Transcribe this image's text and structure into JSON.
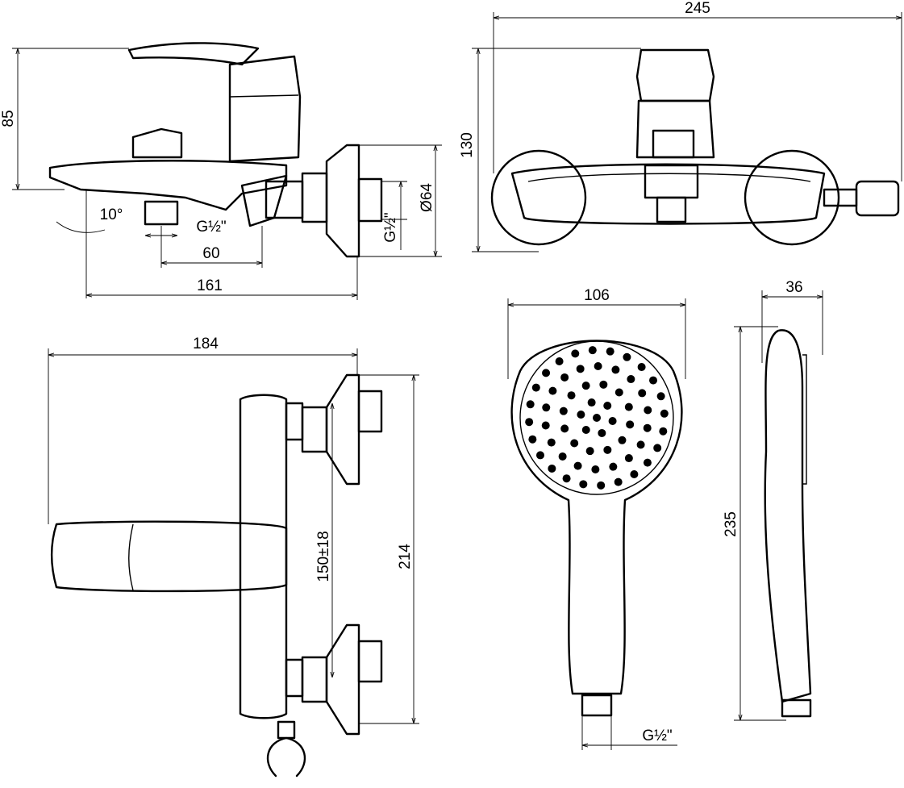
{
  "dimensions": {
    "side_height": "85",
    "front_width": "245",
    "front_height": "130",
    "spout_angle": "10°",
    "outlet_thread": "G½\"",
    "flange_diameter": "Ø64",
    "inlet_thread": "G½\"",
    "outlet_offset": "60",
    "side_depth": "161",
    "top_width": "184",
    "inlet_spacing": "150±18",
    "top_height": "214",
    "shower_width": "106",
    "shower_depth": "36",
    "shower_length": "235",
    "shower_thread": "G½\""
  }
}
